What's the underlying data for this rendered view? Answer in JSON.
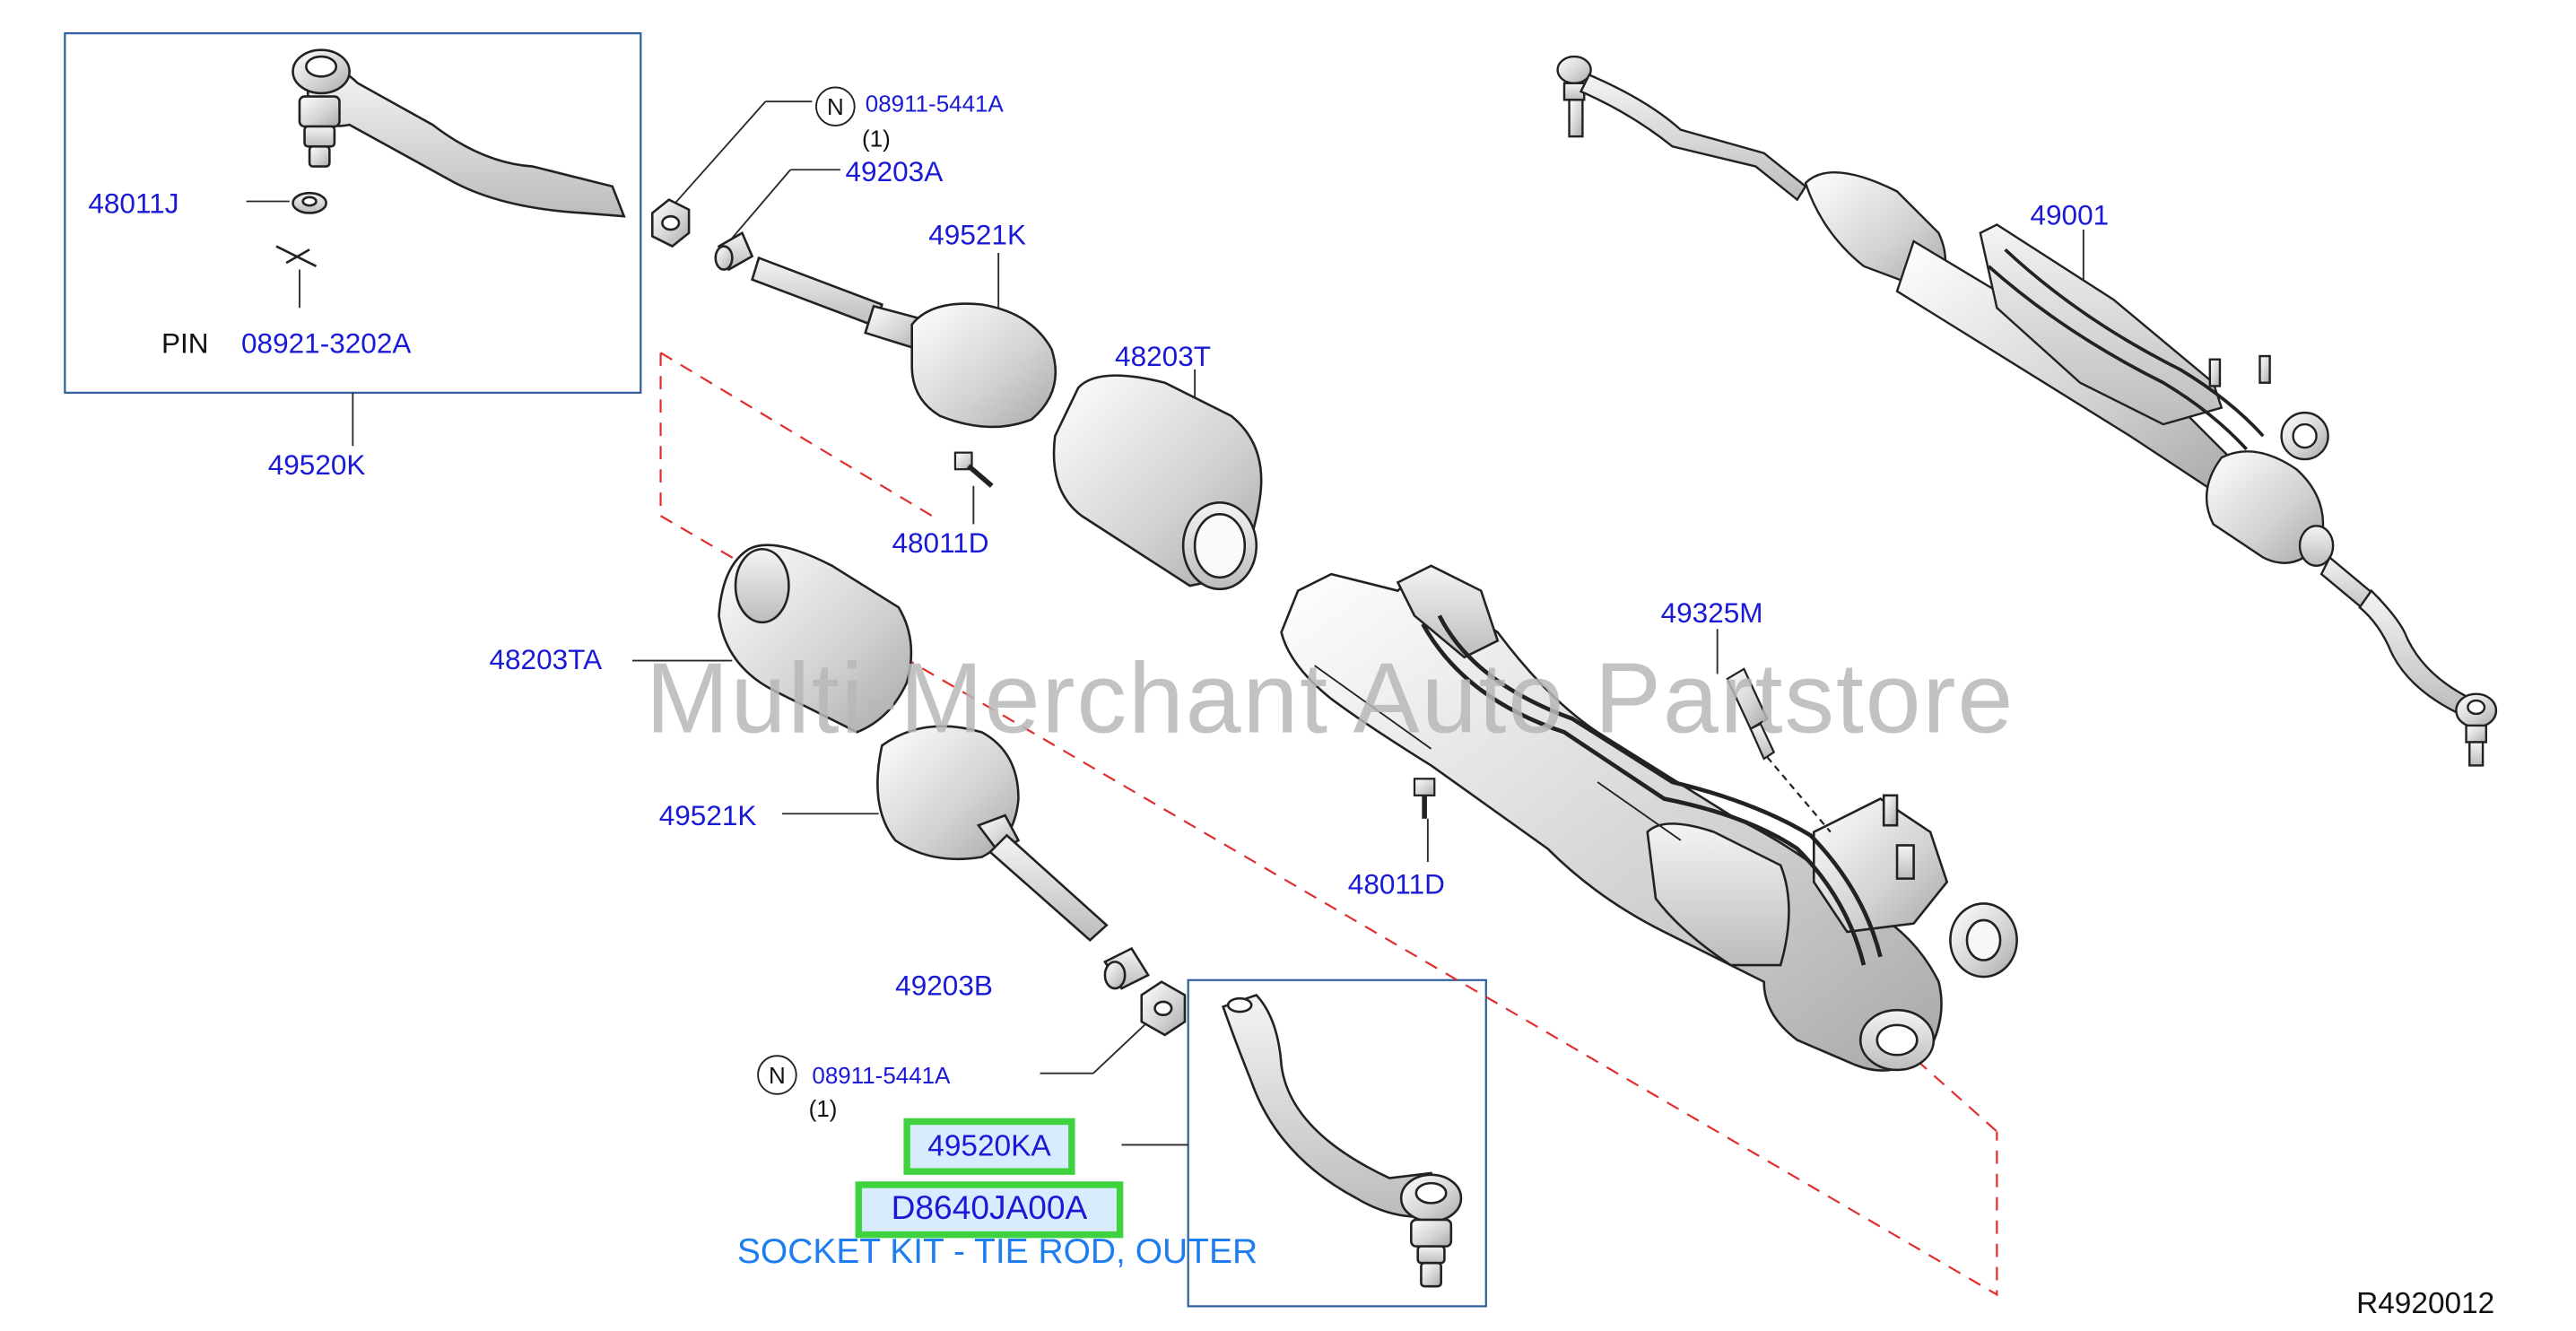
{
  "parts": {
    "nut_symbol_top": "N",
    "nut_code_top": "08911-5441A",
    "nut_qty_top": "(1)",
    "p49203A": "49203A",
    "p49521K_top": "49521K",
    "p48203T": "48203T",
    "p48011D_top": "48011D",
    "p48011J": "48011J",
    "pin_label": "PIN",
    "pin_code": "08921-3202A",
    "p49520K": "49520K",
    "p48203TA": "48203TA",
    "p49521K_bottom": "49521K",
    "p49203B": "49203B",
    "nut_symbol_bottom": "N",
    "nut_code_bottom": "08911-5441A",
    "nut_qty_bottom": "(1)",
    "p49520KA": "49520KA",
    "pD8640JA00A": "D8640JA00A",
    "socket_kit_desc": "SOCKET KIT - TIE ROD, OUTER",
    "p49001": "49001",
    "p49325M": "49325M",
    "p48011D_bottom": "48011D"
  },
  "watermark": "Multi-Merchant Auto Partstore",
  "reference_code": "R4920012",
  "colors": {
    "label": "#1a1ad6",
    "highlight_border": "#3fd23f",
    "highlight_fill": "#d9ecff",
    "description": "#1e7ef0",
    "dashed_outline": "#e03030",
    "watermark": "#b8b8b8"
  }
}
